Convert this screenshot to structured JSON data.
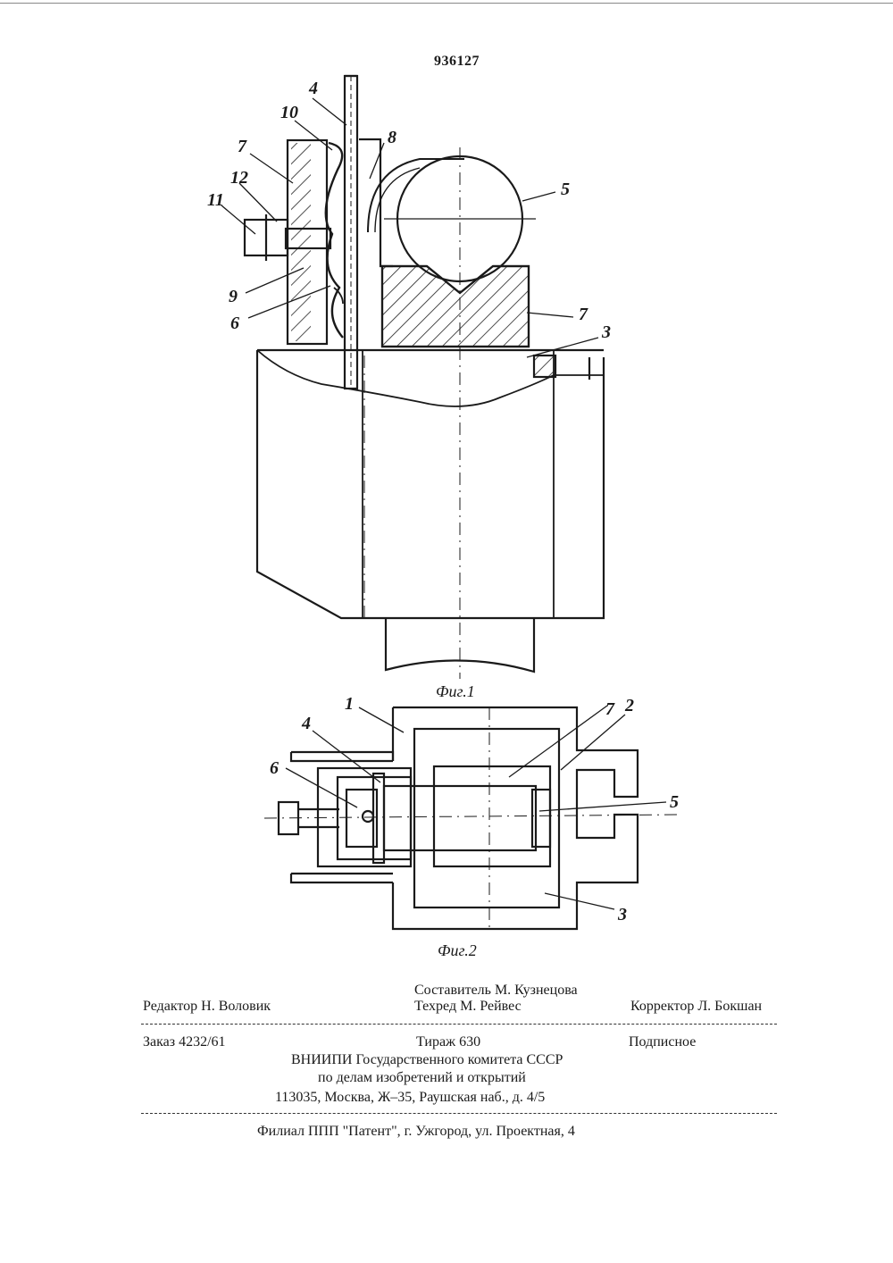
{
  "header": {
    "patent_number": "936127"
  },
  "figures": [
    {
      "caption": "Фиг.1",
      "labels": [
        "4",
        "10",
        "7",
        "8",
        "5",
        "12",
        "11",
        "9",
        "6",
        "7",
        "3"
      ]
    },
    {
      "caption": "Фиг.2",
      "labels": [
        "1",
        "7",
        "2",
        "4",
        "6",
        "5",
        "3"
      ]
    }
  ],
  "footer": {
    "compiler": "Составитель М. Кузнецова",
    "editor": "Редактор Н. Воловик",
    "techred": "Техред М. Рейвес",
    "corrector": "Корректор Л. Бокшан",
    "order": "Заказ 4232/61",
    "circulation": "Тираж 630",
    "subscription": "Подписное",
    "org_line1": "ВНИИПИ Государственного комитета СССР",
    "org_line2": "по делам изобретений и открытий",
    "org_address": "113035, Москва, Ж–35, Раушская наб., д. 4/5",
    "branch": "Филиал ППП \"Патент\", г. Ужгород, ул. Проектная, 4"
  }
}
